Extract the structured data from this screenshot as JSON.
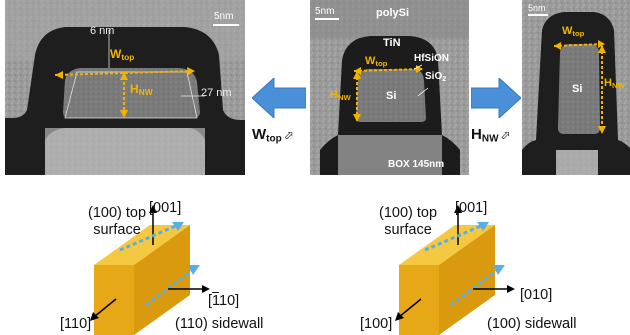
{
  "left_panel": {
    "thickness_top": "6 nm",
    "scale_bar": "5nm",
    "w_top": "W",
    "w_top_sub": "top",
    "h_nw": "H",
    "h_nw_sub": "NW",
    "angle": "27 nm"
  },
  "center_panel": {
    "scale_bar": "5nm",
    "polysi": "polySi",
    "tin": "TiN",
    "hfsion": "HfSiON",
    "sio2": "SiO",
    "sio2_sub": "2",
    "w_top": "W",
    "w_top_sub": "top",
    "h_nw": "H",
    "h_nw_sub": "NW",
    "si": "Si",
    "box": "BOX 145nm"
  },
  "right_panel": {
    "scale_bar": "5nm",
    "w_top": "W",
    "w_top_sub": "top",
    "h_nw": "H",
    "h_nw_sub": "NW",
    "si": "Si"
  },
  "arrows": {
    "left_label": "W",
    "left_label_sub": "top",
    "right_label": "H",
    "right_label_sub": "NW",
    "trend_icon": "external-arrow-icon",
    "arrow_color": "#4a90d9"
  },
  "diagram_left": {
    "top_surface_line1": "(100) top",
    "top_surface_line2": "surface",
    "dir_up": "[001]",
    "dir_front": "[110]",
    "dir_side_prefix": "[",
    "dir_side_overlined": "1",
    "dir_side_suffix": "10]",
    "sidewall": "(110) sidewall"
  },
  "diagram_right": {
    "top_surface_line1": "(100) top",
    "top_surface_line2": "surface",
    "dir_up": "[001]",
    "dir_front": "[100]",
    "dir_side": "[010]",
    "sidewall": "(100) sidewall"
  },
  "colors": {
    "label_yellow": "#f2b300",
    "block_gold": "#e6b31e",
    "direction_blue": "#5aaee8"
  }
}
